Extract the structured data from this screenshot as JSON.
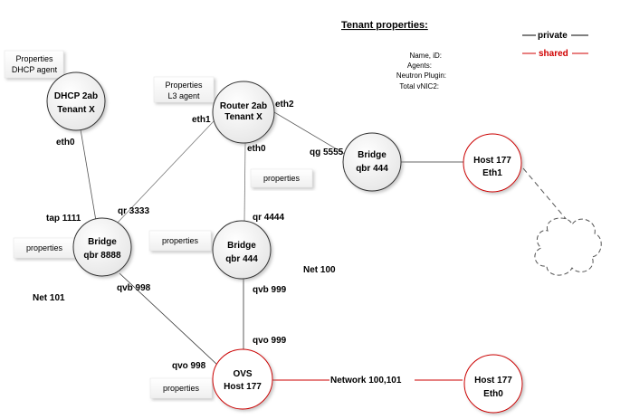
{
  "header": {
    "title": "Tenant  properties:",
    "lines": [
      "Name, iD:",
      "Agents:",
      "Neutron Plugin:",
      "Total vNIC2:"
    ]
  },
  "legend": {
    "private_label": "private",
    "shared_label": "shared",
    "private_color": "#000000",
    "shared_color": "#d00000"
  },
  "nodes": {
    "dhcp": {
      "line1": "DHCP 2ab",
      "line2": "Tenant X"
    },
    "router": {
      "line1": "Router 2ab",
      "line2": "Tenant X"
    },
    "bridge_right": {
      "line1": "Bridge",
      "line2": "qbr 444"
    },
    "host_eth1": {
      "line1": "Host 177",
      "line2": "Eth1"
    },
    "bridge_left": {
      "line1": "Bridge",
      "line2": "qbr 8888"
    },
    "bridge_mid": {
      "line1": "Bridge",
      "line2": "qbr 444"
    },
    "ovs": {
      "line1": "OVS",
      "line2": "Host 177"
    },
    "host_eth0": {
      "line1": "Host 177",
      "line2": "Eth0"
    }
  },
  "properties_boxes": {
    "dhcp": {
      "line1": "Properties",
      "line2": "DHCP agent"
    },
    "router": {
      "line1": "Properties",
      "line2": "L3 agent"
    },
    "router_eth0": "properties",
    "bridge_left": "properties",
    "bridge_mid": "properties",
    "ovs": "properties"
  },
  "port_labels": {
    "dhcp_eth0": "eth0",
    "router_eth1": "eth1",
    "router_eth2": "eth2",
    "router_eth0": "eth0",
    "qg": "qg 5555",
    "tap": "tap 1111",
    "qr3333": "qr 3333",
    "qr4444": "qr 4444",
    "qvb998": "qvb 998",
    "qvb999": "qvb 999",
    "qvo999": "qvo 999",
    "qvo998": "qvo 998",
    "net100": "Net 100",
    "net101": "Net 101",
    "network_link": "Network 100,101"
  }
}
